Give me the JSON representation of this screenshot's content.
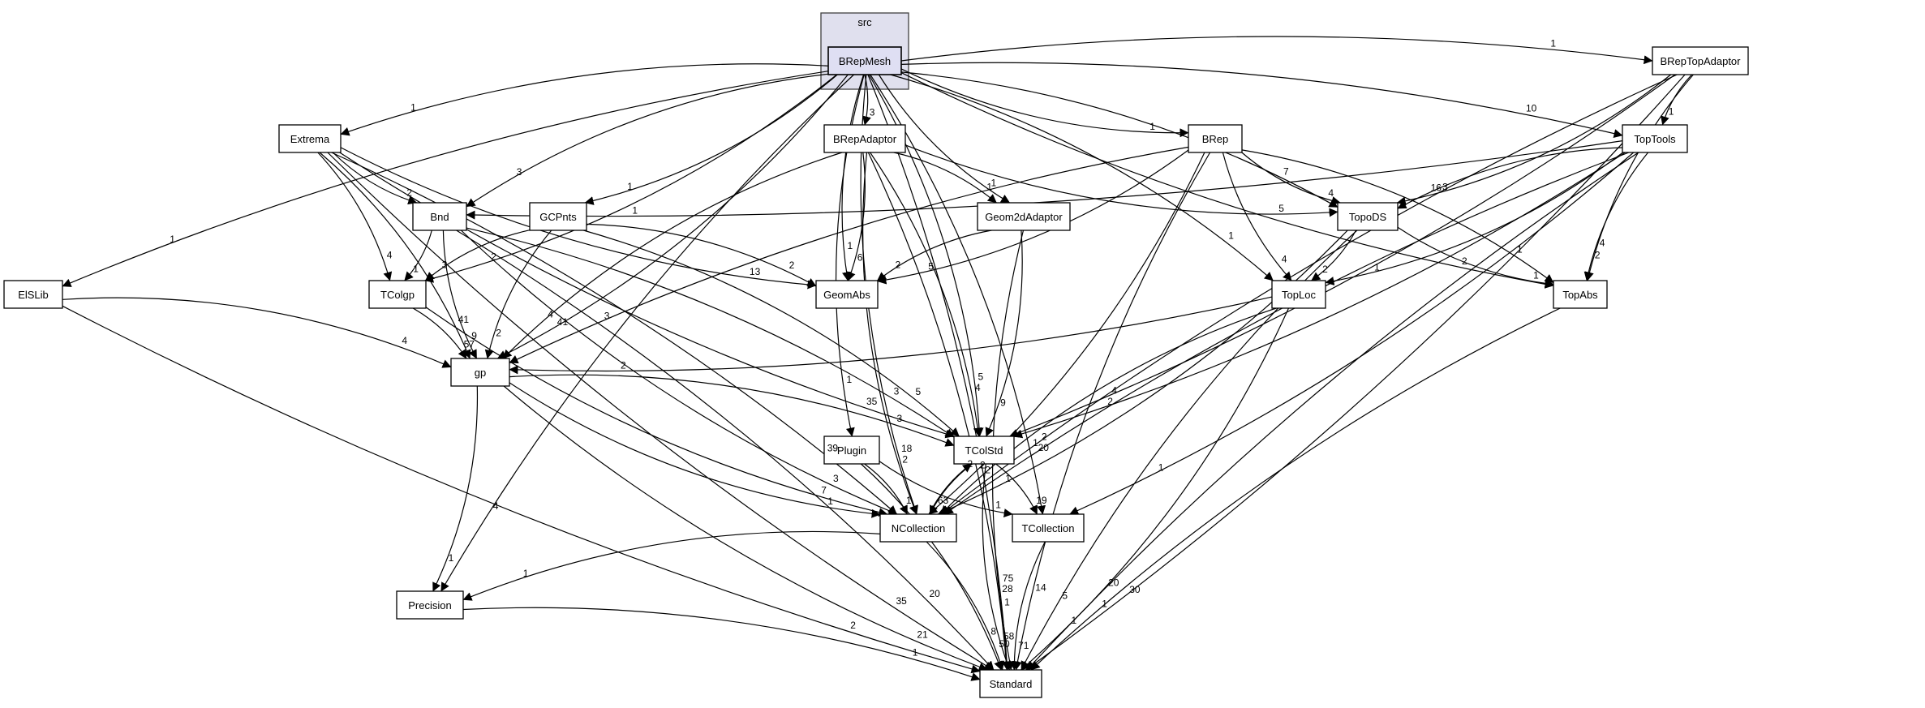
{
  "graph": {
    "cluster_label": "src",
    "focus": "BRepMesh",
    "colors": {
      "cluster_fill": "#e0e0ee",
      "focus_fill": "#dfdff3",
      "node_fill": "#ffffff",
      "stroke": "#000000"
    },
    "nodes": [
      {
        "id": "BRepMesh",
        "label": "BRepMesh"
      },
      {
        "id": "BRepTopAdaptor",
        "label": "BRepTopAdaptor"
      },
      {
        "id": "Extrema",
        "label": "Extrema"
      },
      {
        "id": "BRepAdaptor",
        "label": "BRepAdaptor"
      },
      {
        "id": "BRep",
        "label": "BRep"
      },
      {
        "id": "TopTools",
        "label": "TopTools"
      },
      {
        "id": "Bnd",
        "label": "Bnd"
      },
      {
        "id": "GCPnts",
        "label": "GCPnts"
      },
      {
        "id": "Geom2dAdaptor",
        "label": "Geom2dAdaptor"
      },
      {
        "id": "TopoDS",
        "label": "TopoDS"
      },
      {
        "id": "ElSLib",
        "label": "ElSLib"
      },
      {
        "id": "TColgp",
        "label": "TColgp"
      },
      {
        "id": "GeomAbs",
        "label": "GeomAbs"
      },
      {
        "id": "TopLoc",
        "label": "TopLoc"
      },
      {
        "id": "TopAbs",
        "label": "TopAbs"
      },
      {
        "id": "gp",
        "label": "gp"
      },
      {
        "id": "Plugin",
        "label": "Plugin"
      },
      {
        "id": "TColStd",
        "label": "TColStd"
      },
      {
        "id": "NCollection",
        "label": "NCollection"
      },
      {
        "id": "TCollection",
        "label": "TCollection"
      },
      {
        "id": "Precision",
        "label": "Precision"
      },
      {
        "id": "Standard",
        "label": "Standard"
      }
    ],
    "edges": [
      {
        "from": "BRepMesh",
        "to": "BRepTopAdaptor",
        "label": "1"
      },
      {
        "from": "BRepMesh",
        "to": "Extrema",
        "label": "1"
      },
      {
        "from": "BRepMesh",
        "to": "BRepAdaptor",
        "label": "3"
      },
      {
        "from": "BRepMesh",
        "to": "BRep",
        "label": "1"
      },
      {
        "from": "BRepMesh",
        "to": "TopTools",
        "label": "10"
      },
      {
        "from": "BRepMesh",
        "to": "Bnd",
        "label": "3"
      },
      {
        "from": "BRepMesh",
        "to": "GCPnts",
        "label": "1"
      },
      {
        "from": "BRepMesh",
        "to": "Geom2dAdaptor",
        "label": "1"
      },
      {
        "from": "BRepMesh",
        "to": "TopoDS",
        "label": "7"
      },
      {
        "from": "BRepMesh",
        "to": "ElSLib",
        "label": "1"
      },
      {
        "from": "BRepMesh",
        "to": "TColgp",
        "label": "2"
      },
      {
        "from": "BRepMesh",
        "to": "GeomAbs",
        "label": "1"
      },
      {
        "from": "BRepMesh",
        "to": "TopLoc",
        "label": "1"
      },
      {
        "from": "BRepMesh",
        "to": "TopAbs",
        "label": "2"
      },
      {
        "from": "BRepMesh",
        "to": "gp",
        "label": "41"
      },
      {
        "from": "BRepMesh",
        "to": "Plugin",
        "label": "1"
      },
      {
        "from": "BRepMesh",
        "to": "TColStd",
        "label": "5"
      },
      {
        "from": "BRepMesh",
        "to": "NCollection",
        "label": "18"
      },
      {
        "from": "BRepMesh",
        "to": "TCollection",
        "label": "1"
      },
      {
        "from": "BRepMesh",
        "to": "Precision",
        "label": "4"
      },
      {
        "from": "BRepMesh",
        "to": "Standard",
        "label": "75"
      },
      {
        "from": "BRepTopAdaptor",
        "to": "TopTools",
        "label": "1"
      },
      {
        "from": "BRepTopAdaptor",
        "to": "TopoDS",
        "label": "3"
      },
      {
        "from": "BRepTopAdaptor",
        "to": "TopAbs",
        "label": "4"
      },
      {
        "from": "BRepTopAdaptor",
        "to": "TColStd",
        "label": "4"
      },
      {
        "from": "BRepTopAdaptor",
        "to": "NCollection",
        "label": "2"
      },
      {
        "from": "BRepTopAdaptor",
        "to": "Standard",
        "label": "30"
      },
      {
        "from": "Extrema",
        "to": "Bnd",
        "label": "2"
      },
      {
        "from": "Extrema",
        "to": "TColgp",
        "label": "4"
      },
      {
        "from": "Extrema",
        "to": "GeomAbs",
        "label": "13"
      },
      {
        "from": "Extrema",
        "to": "gp",
        "label": "41"
      },
      {
        "from": "Extrema",
        "to": "TColStd",
        "label": "35"
      },
      {
        "from": "Extrema",
        "to": "NCollection",
        "label": "39"
      },
      {
        "from": "Extrema",
        "to": "Standard",
        "label": "35"
      },
      {
        "from": "BRepAdaptor",
        "to": "Geom2dAdaptor",
        "label": "1"
      },
      {
        "from": "BRepAdaptor",
        "to": "TopoDS",
        "label": "5"
      },
      {
        "from": "BRepAdaptor",
        "to": "GeomAbs",
        "label": "6"
      },
      {
        "from": "BRepAdaptor",
        "to": "gp",
        "label": "4"
      },
      {
        "from": "BRepAdaptor",
        "to": "TColStd",
        "label": "4"
      },
      {
        "from": "BRepAdaptor",
        "to": "NCollection",
        "label": "2"
      },
      {
        "from": "BRepAdaptor",
        "to": "Standard",
        "label": "28"
      },
      {
        "from": "BRep",
        "to": "TopoDS",
        "label": "4"
      },
      {
        "from": "BRep",
        "to": "GeomAbs",
        "label": "5"
      },
      {
        "from": "BRep",
        "to": "TopLoc",
        "label": "4"
      },
      {
        "from": "BRep",
        "to": "TopAbs",
        "label": "1"
      },
      {
        "from": "BRep",
        "to": "gp",
        "label": "3"
      },
      {
        "from": "BRep",
        "to": "NCollection",
        "label": "2"
      },
      {
        "from": "BRep",
        "to": "Standard",
        "label": "14"
      },
      {
        "from": "TopTools",
        "to": "Bnd",
        "label": "1"
      },
      {
        "from": "TopTools",
        "to": "TopoDS",
        "label": "16"
      },
      {
        "from": "TopTools",
        "to": "TopLoc",
        "label": "1"
      },
      {
        "from": "TopTools",
        "to": "TopAbs",
        "label": "2"
      },
      {
        "from": "TopTools",
        "to": "TColStd",
        "label": "2"
      },
      {
        "from": "TopTools",
        "to": "NCollection",
        "label": "20"
      },
      {
        "from": "TopTools",
        "to": "TCollection",
        "label": "1"
      },
      {
        "from": "TopTools",
        "to": "Standard",
        "label": "20"
      },
      {
        "from": "Bnd",
        "to": "TColgp",
        "label": "1"
      },
      {
        "from": "Bnd",
        "to": "gp",
        "label": "9"
      },
      {
        "from": "Bnd",
        "to": "TColStd",
        "label": "3"
      },
      {
        "from": "Bnd",
        "to": "NCollection",
        "label": "3"
      },
      {
        "from": "Bnd",
        "to": "Standard",
        "label": "20"
      },
      {
        "from": "GCPnts",
        "to": "TColgp",
        "label": "3"
      },
      {
        "from": "GCPnts",
        "to": "GeomAbs",
        "label": "2"
      },
      {
        "from": "GCPnts",
        "to": "gp",
        "label": "2"
      },
      {
        "from": "GCPnts",
        "to": "TColStd",
        "label": "5"
      },
      {
        "from": "Geom2dAdaptor",
        "to": "GeomAbs",
        "label": "2"
      },
      {
        "from": "Geom2dAdaptor",
        "to": "TColStd",
        "label": "9"
      },
      {
        "from": "Geom2dAdaptor",
        "to": "Standard",
        "label": "1"
      },
      {
        "from": "TopoDS",
        "to": "TopLoc",
        "label": "2"
      },
      {
        "from": "TopoDS",
        "to": "TopAbs",
        "label": "1"
      },
      {
        "from": "TopoDS",
        "to": "NCollection",
        "label": "1"
      },
      {
        "from": "TopoDS",
        "to": "Standard",
        "label": "5"
      },
      {
        "from": "ElSLib",
        "to": "gp",
        "label": "4"
      },
      {
        "from": "ElSLib",
        "to": "Standard",
        "label": "2"
      },
      {
        "from": "TColgp",
        "to": "gp",
        "label": "57"
      },
      {
        "from": "TColgp",
        "to": "NCollection",
        "label": "7"
      },
      {
        "from": "TopLoc",
        "to": "gp",
        "label": "2"
      },
      {
        "from": "TopLoc",
        "to": "NCollection",
        "label": "2"
      },
      {
        "from": "TopLoc",
        "to": "Standard",
        "label": "1"
      },
      {
        "from": "TopAbs",
        "to": "Standard",
        "label": "1"
      },
      {
        "from": "gp",
        "to": "TColStd",
        "label": "3"
      },
      {
        "from": "gp",
        "to": "NCollection",
        "label": "1"
      },
      {
        "from": "gp",
        "to": "Precision",
        "label": "1"
      },
      {
        "from": "gp",
        "to": "Standard",
        "label": "21"
      },
      {
        "from": "Plugin",
        "to": "NCollection",
        "label": "1"
      },
      {
        "from": "Plugin",
        "to": "TCollection",
        "label": "1"
      },
      {
        "from": "Plugin",
        "to": "Standard",
        "label": "8"
      },
      {
        "from": "TColStd",
        "to": "NCollection",
        "label": "63"
      },
      {
        "from": "TColStd",
        "to": "TCollection",
        "label": "19"
      },
      {
        "from": "TColStd",
        "to": "Standard",
        "label": "58"
      },
      {
        "from": "NCollection",
        "to": "TColStd",
        "label": "2"
      },
      {
        "from": "NCollection",
        "to": "Precision",
        "label": "1"
      },
      {
        "from": "NCollection",
        "to": "Standard",
        "label": "50"
      },
      {
        "from": "TCollection",
        "to": "Standard",
        "label": "71"
      },
      {
        "from": "Precision",
        "to": "Standard",
        "label": "1"
      }
    ]
  }
}
